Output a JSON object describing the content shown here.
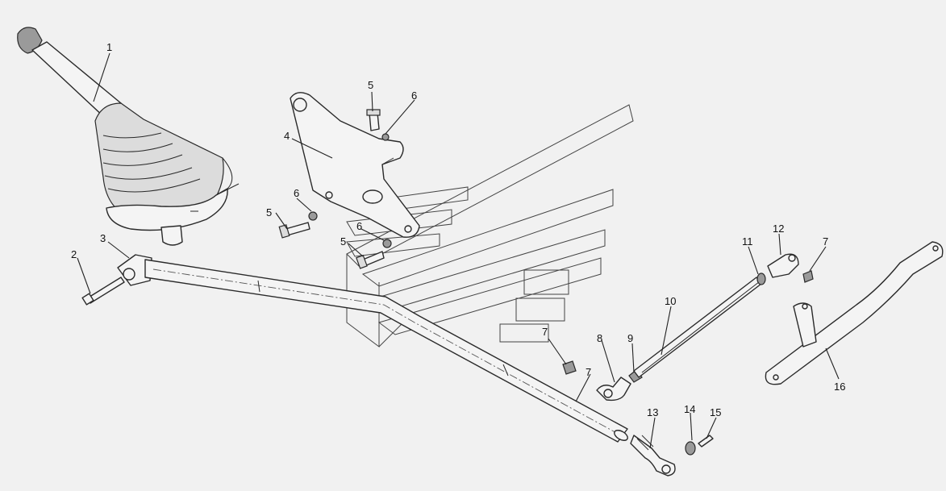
{
  "diagram": {
    "callouts": [
      {
        "id": "c1",
        "label": "1"
      },
      {
        "id": "c2",
        "label": "2"
      },
      {
        "id": "c3",
        "label": "3"
      },
      {
        "id": "c4",
        "label": "4"
      },
      {
        "id": "c5a",
        "label": "5"
      },
      {
        "id": "c6a",
        "label": "6"
      },
      {
        "id": "c6b",
        "label": "6"
      },
      {
        "id": "c5b",
        "label": "5"
      },
      {
        "id": "c6c",
        "label": "6"
      },
      {
        "id": "c5c",
        "label": "5"
      },
      {
        "id": "c7a",
        "label": "7"
      },
      {
        "id": "c8",
        "label": "8"
      },
      {
        "id": "c9",
        "label": "9"
      },
      {
        "id": "c10",
        "label": "10"
      },
      {
        "id": "c11",
        "label": "11"
      },
      {
        "id": "c12",
        "label": "12"
      },
      {
        "id": "c7b",
        "label": "7"
      },
      {
        "id": "c13",
        "label": "13"
      },
      {
        "id": "c14",
        "label": "14"
      },
      {
        "id": "c15",
        "label": "15"
      },
      {
        "id": "c16",
        "label": "16"
      },
      {
        "id": "c7c",
        "label": "7"
      }
    ]
  }
}
